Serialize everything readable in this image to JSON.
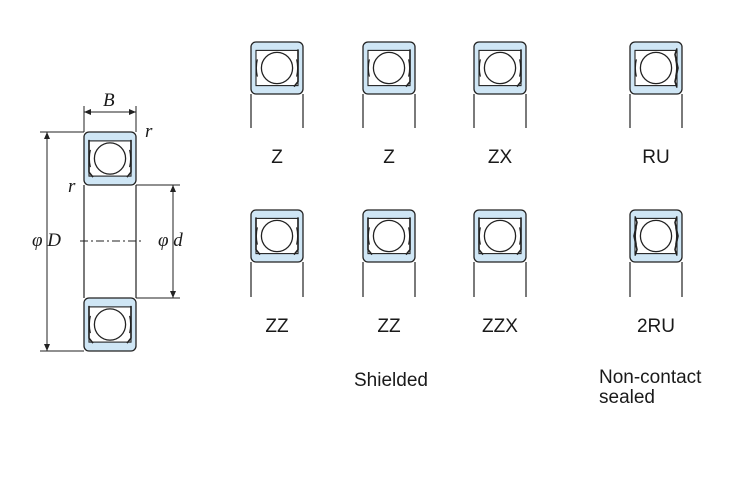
{
  "dimensions": {
    "width": "B",
    "radius_top": "r",
    "radius_side": "r",
    "outer_diameter": "φ D",
    "bore_diameter": "φ d"
  },
  "bearing_types": [
    {
      "label": "Z",
      "closure": "shield-one-side"
    },
    {
      "label": "Z",
      "closure": "shield-one-side"
    },
    {
      "label": "ZX",
      "closure": "shield-one-side"
    },
    {
      "label": "RU",
      "closure": "seal-one-side"
    },
    {
      "label": "ZZ",
      "closure": "shield-both-sides"
    },
    {
      "label": "ZZ",
      "closure": "shield-both-sides"
    },
    {
      "label": "ZZX",
      "closure": "shield-both-sides"
    },
    {
      "label": "2RU",
      "closure": "seal-both-sides"
    }
  ],
  "groups": {
    "shielded": "Shielded",
    "sealed_line1": "Non-contact",
    "sealed_line2": "sealed"
  },
  "colors": {
    "ring_fill": "#cfe6f5",
    "line": "#222222",
    "ball_fill": "#ffffff"
  }
}
